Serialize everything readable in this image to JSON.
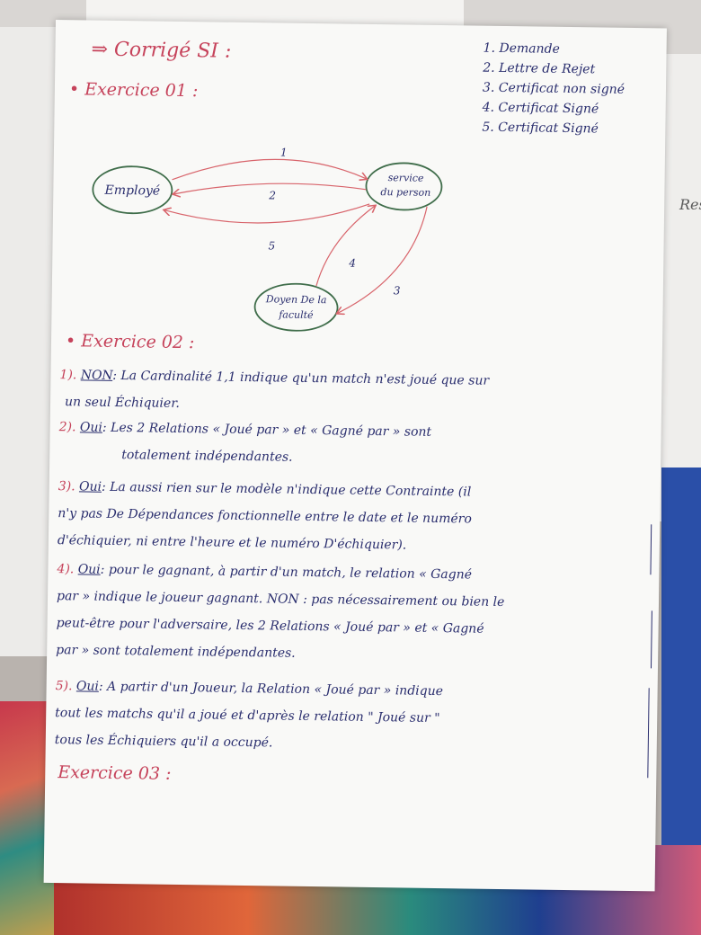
{
  "background": {
    "right_edge_text": "Res"
  },
  "page": {
    "title": "⇒ Corrigé SI :",
    "exercise1_heading": "• Exercice 01 :",
    "exercise2_heading": "• Exercice 02 :",
    "exercise3_heading": "Exercice 03 :"
  },
  "legend": [
    "1. Demande",
    "2. Lettre de Rejet",
    "3. Certificat non signé",
    "4. Certificat Signé",
    "5. Certificat Signé"
  ],
  "diagram": {
    "nodes": {
      "employe": "Employé",
      "service_line1": "service",
      "service_line2": "du person",
      "doyen_line1": "Doyen De la",
      "doyen_line2": "faculté"
    },
    "arrows": [
      "1",
      "2",
      "5",
      "4",
      "3"
    ]
  },
  "answers": [
    {
      "number": "1). ",
      "tag": "NON",
      "lines": [
        ": La Cardinalité 1,1 indique qu'un match n'est joué que sur",
        "un seul Échiquier."
      ]
    },
    {
      "number": "2). ",
      "tag": "Oui",
      "lines": [
        ": Les 2 Relations « Joué par » et « Gagné par » sont",
        "totalement indépendantes."
      ]
    },
    {
      "number": "3). ",
      "tag": "Oui",
      "lines": [
        ": La aussi rien sur le modèle n'indique cette Contrainte (il",
        "n'y pas De Dépendances fonctionnelle entre le date et le numéro",
        "d'échiquier, ni entre l'heure et le numéro D'échiquier)."
      ]
    },
    {
      "number": "4). ",
      "tag": "Oui",
      "lines": [
        ": pour le gagnant, à partir d'un match, le relation « Gagné",
        "par » indique le joueur gagnant. NON : pas nécessairement ou bien le",
        "peut-être pour l'adversaire, les 2 Relations « Joué par » et « Gagné",
        "par » sont totalement indépendantes."
      ]
    },
    {
      "number": "5). ",
      "tag": "Oui",
      "lines": [
        ": A partir d'un Joueur, la Relation « Joué par » indique",
        "tout les matchs qu'il a joué et d'après le relation \" Joué sur \"",
        "tous les Échiquiers qu'il a occupé."
      ]
    }
  ],
  "colors": {
    "ink_blue": "#2a2e6e",
    "ink_red": "#c6435b",
    "ellipse_green": "#3f6d4a",
    "arrow_red": "#d8646b"
  }
}
